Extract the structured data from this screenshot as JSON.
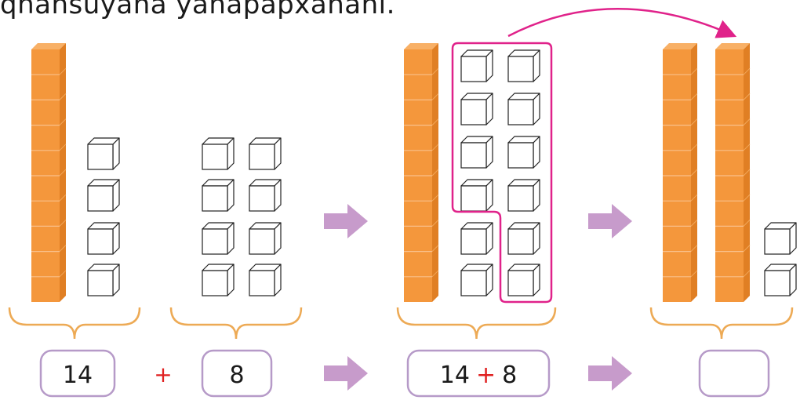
{
  "header": {
    "text": "qhansuyana yanapapxañani."
  },
  "boxes": [
    {
      "value": "14"
    },
    {
      "value": "8"
    },
    {
      "left": "14",
      "op": "+",
      "right": "8"
    },
    {
      "value": ""
    }
  ],
  "plus_sign": "+",
  "colors": {
    "rod_fill": "#F4973C",
    "rod_line": "#F9C08A",
    "rod_shade": "#E07F24",
    "brace": "#EDAA55",
    "box_border": "#B69AC8",
    "arrow": "#C79BCB",
    "plus": "#E02020",
    "group_outline": "#E0228A",
    "cube_line": "#222222"
  },
  "groups": [
    {
      "tens": 1,
      "ones": 4
    },
    {
      "tens": 0,
      "ones": 8
    },
    {
      "tens": 1,
      "ones": 12
    },
    {
      "tens": 2,
      "ones": 2
    }
  ],
  "icons": [
    "block-arrow-right-icon",
    "curved-arrow-icon"
  ]
}
